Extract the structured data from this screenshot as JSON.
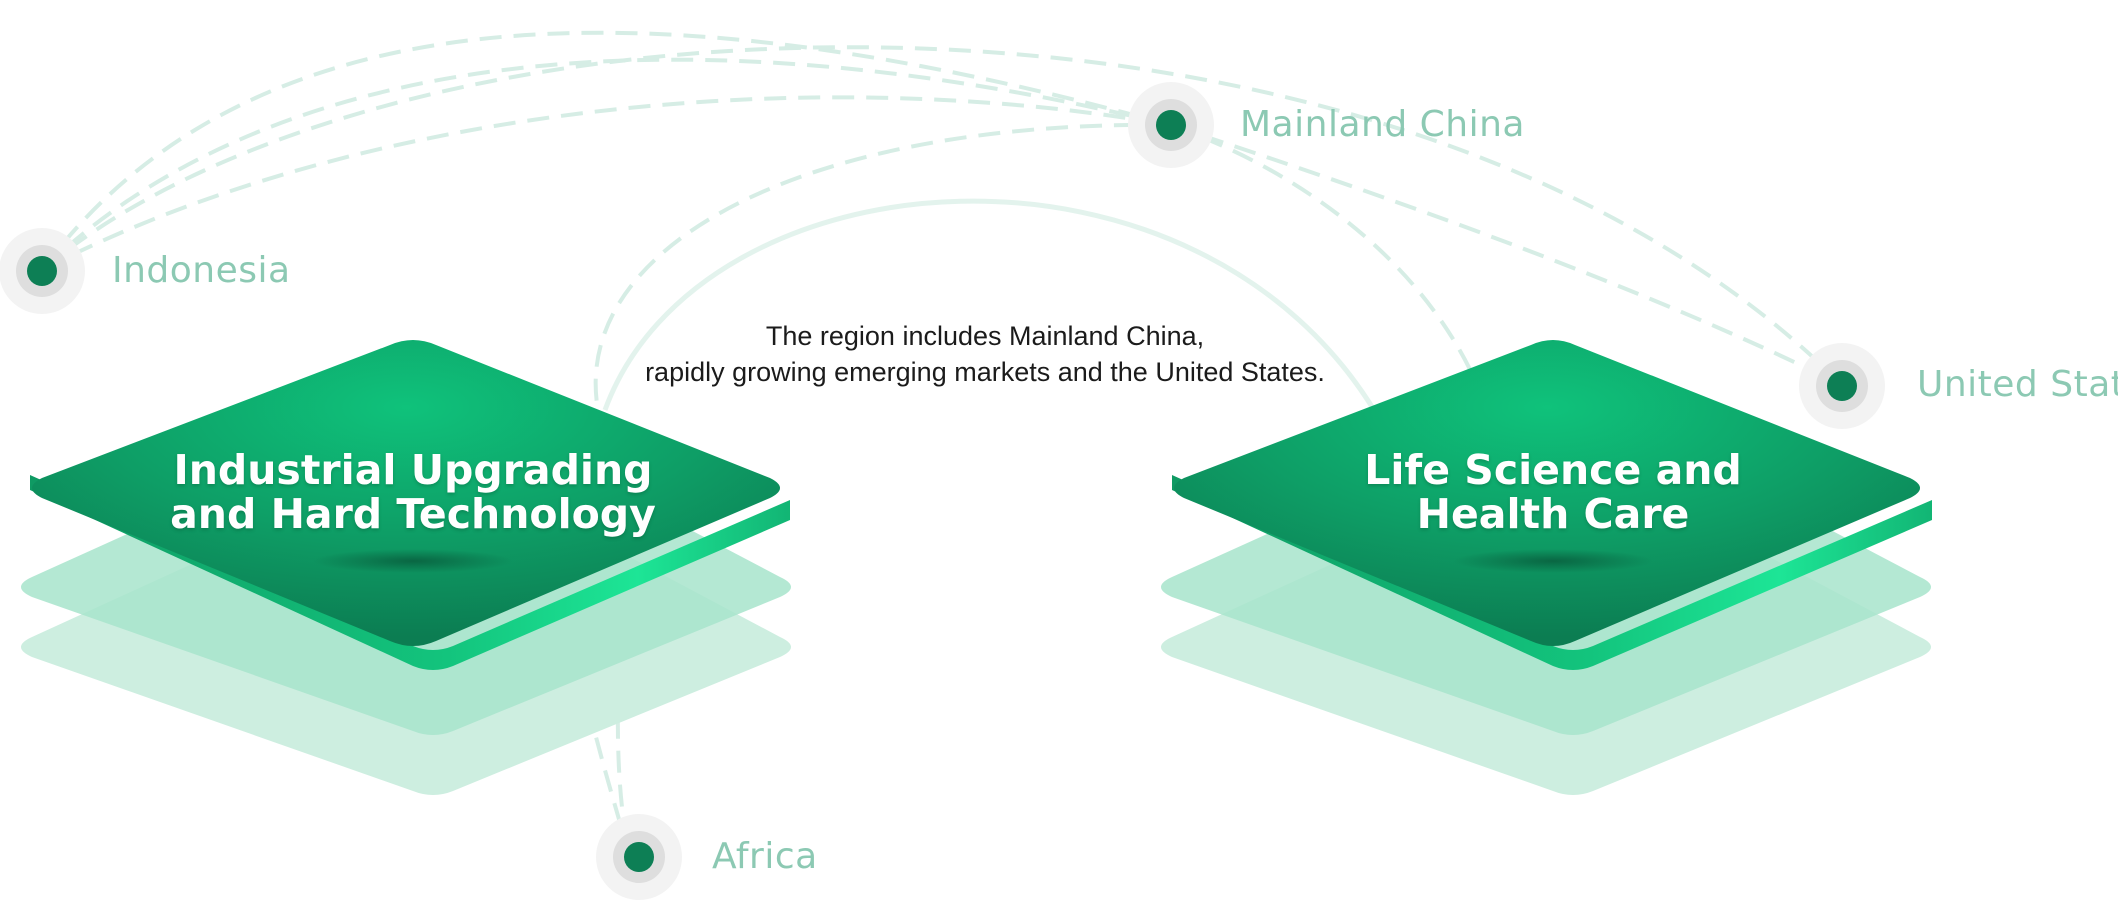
{
  "description_text": {
    "line1": "The region includes Mainland China,",
    "line2": "rapidly growing emerging markets and the United States."
  },
  "categories": [
    {
      "line1": "Industrial Upgrading",
      "line2": "and Hard Technology"
    },
    {
      "line1": "Life Science and",
      "line2": "Health Care"
    }
  ],
  "regions": {
    "indonesia": "Indonesia",
    "mainland_china": "Mainland China",
    "united_states": "United States",
    "africa": "Africa"
  },
  "colors": {
    "primary_green": "#0f8a5c",
    "bright_green": "#12c47f",
    "light_green": "#a9e6cf",
    "route_line": "#d6ede5",
    "label_text": "#8cc9b3"
  }
}
